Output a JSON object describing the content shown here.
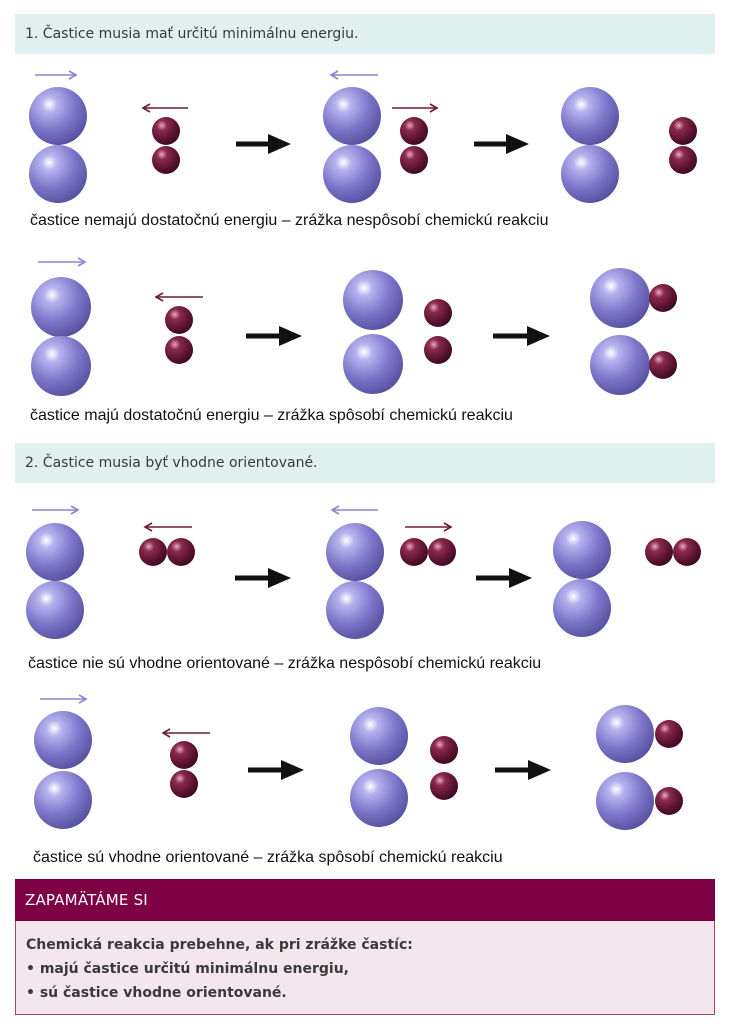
{
  "colors": {
    "section_bar_bg": "#dff0ee",
    "remember_head_bg": "#7d0045",
    "remember_body_bg": "#f3e6ec",
    "large_particle": "#7b74c9",
    "small_particle": "#5a1230",
    "arrow_large": "#8a85cf",
    "arrow_small": "#6b1a38",
    "reaction_arrow": "#111111"
  },
  "section1": {
    "heading": "1. Častice musia mať určitú minimálnu energiu.",
    "caption_a": "častice nemajú dostatočnú energiu – zrážka nespôsobí chemickú reakciu",
    "caption_b": "častice majú dostatočnú energiu – zrážka spôsobí chemickú reakciu"
  },
  "section2": {
    "heading": "2. Častice musia byť vhodne orientované.",
    "caption_a": "častice nie sú vhodne orientované – zrážka nespôsobí chemickú reakciu",
    "caption_b": "častice sú vhodne orientované – zrážka spôsobí chemickú reakciu"
  },
  "remember": {
    "title": "ZAPAMÄTÁME SI",
    "intro": "Chemická reakcia prebehne, ak pri zrážke častíc:",
    "items": [
      "• majú častice určitú minimálnu energiu,",
      "• sú častice vhodne orientované."
    ]
  }
}
